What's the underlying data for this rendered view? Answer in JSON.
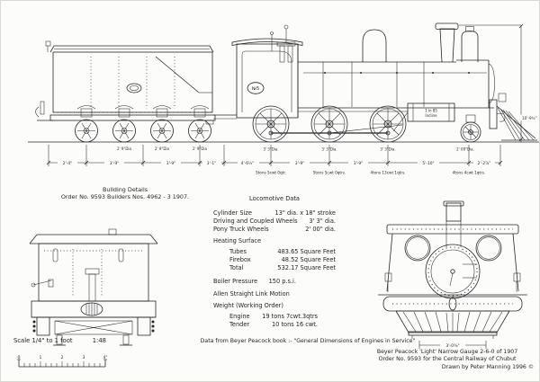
{
  "side_elevation": {
    "plate": "№5",
    "incline1": "1 in 85",
    "incline2": "Incline",
    "tender_wheel_dia": "2' 9\"Dia",
    "driver_dia": "3' 3\"Dia.",
    "pony_dia": "2' 00\"Dia.",
    "height_dim": "10'-9½\"",
    "dims": [
      "2'-4\"",
      "3'-9\"",
      "3'-9\"",
      "3'-1\"",
      "4'-6½\"",
      "3'-9\"",
      "3'-9\"",
      "5'-10\"",
      "2'-2⅞\""
    ],
    "axle_weights": [
      "5tons 5cwt 0qtr.",
      "5tons 5cwt 0qtrs.",
      "4tons 13cwt 1qtrs.",
      "4tons 4cwt 1qtrs."
    ]
  },
  "building_details": {
    "line1": "Building Details",
    "line2": "Order No. 9593 Builders Nos. 4962 - 3  1907."
  },
  "locomotive_data": {
    "title": "Locomotive Data",
    "rows": [
      {
        "label": "Cylinder Size",
        "value": "13\" dia. x 18\" stroke"
      },
      {
        "label": "Driving and Coupled Wheels",
        "value": "3' 3\" dia."
      },
      {
        "label": "Pony Truck Wheels",
        "value": "2' 00\" dia."
      }
    ],
    "heating_title": "Heating Surface",
    "heating_rows": [
      {
        "label": "Tubes",
        "value": "483.65 Square Feet"
      },
      {
        "label": "Firebox",
        "value": "48.52 Square Feet"
      },
      {
        "label": "Total",
        "value": "532.17 Square Feet"
      }
    ],
    "boiler": {
      "label": "Boiler Pressure",
      "value": "150 p.s.i."
    },
    "motion": "Allen Straight Link Motion",
    "weight_title": "Weight (Working Order)",
    "weight_rows": [
      {
        "label": "Engine",
        "value": "19 tons 7cwt.3qtrs"
      },
      {
        "label": "Tender",
        "value": "10 tons 16 cwt."
      }
    ],
    "source": "Data from Beyer Peacock book :-  \"General Dimensions of Engines in Service\""
  },
  "scale": {
    "text": "Scale 1/4\" to 1 foot",
    "ratio": "1:48",
    "ruler": [
      "0",
      "1",
      "2",
      "3",
      "4\""
    ]
  },
  "front_view": {
    "bottom_dim": "3'-0⅝\""
  },
  "caption": {
    "line1": "Beyer Peacock 'Light' Narrow Gauge 2-6-0 of 1907",
    "line2": "Order No. 9593 for the Central Railway of Chubut",
    "credit": "Drawn by Peter Manning 1996",
    "copyright": "©"
  }
}
